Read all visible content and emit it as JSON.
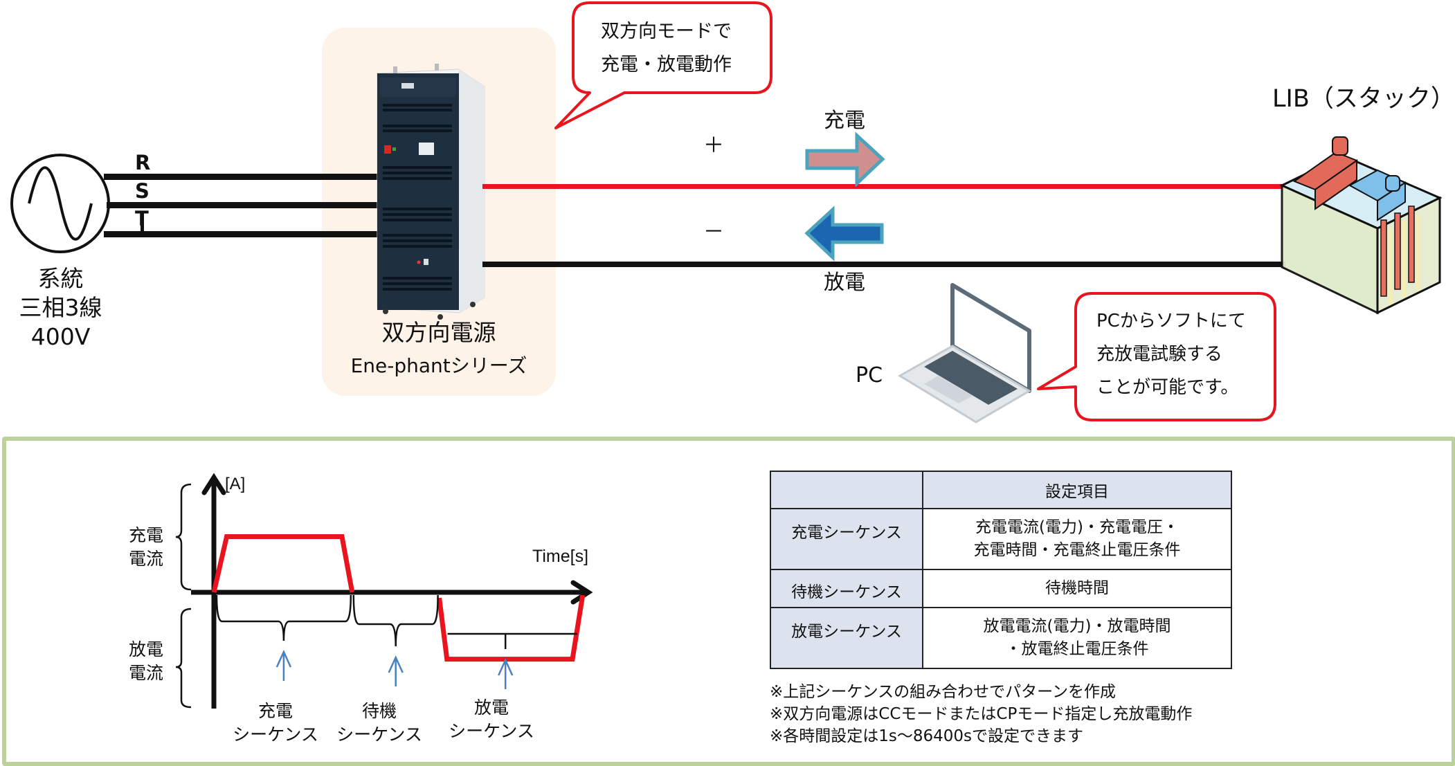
{
  "grid": {
    "label_line1": "系統",
    "label_line2": "三相3線",
    "label_line3": "400V",
    "phases": [
      "R",
      "S",
      "T"
    ],
    "icon": "ac-source-icon"
  },
  "power_supply": {
    "name": "双方向電源",
    "series": "Ene-phantシリーズ",
    "icon": "power-cabinet-icon"
  },
  "bubble_top": {
    "line1": "双方向モードで",
    "line2": "充電・放電動作"
  },
  "dc_link": {
    "plus_label": "＋",
    "minus_label": "－",
    "charge_label": "充電",
    "discharge_label": "放電",
    "positive_line_color": "#e8141e",
    "negative_line_color": "#111111",
    "charge_arrow_fill": "#d09090",
    "discharge_arrow_fill": "#1a66b0",
    "arrow_outline": "#4ba3bd"
  },
  "battery": {
    "label": "LIB（スタック）",
    "icon": "battery-stack-icon"
  },
  "pc": {
    "label": "PC",
    "icon": "laptop-icon"
  },
  "bubble_pc": {
    "line1": "PCからソフトにて",
    "line2": "充放電試験する",
    "line3": "ことが可能です。"
  },
  "chart_data": {
    "type": "line",
    "title": "",
    "ylabel": "[A]",
    "xlabel": "Time[s]",
    "y_region_labels": {
      "charge": [
        "充電",
        "電流"
      ],
      "discharge": [
        "放電",
        "電流"
      ]
    },
    "series": [
      {
        "name": "current",
        "color": "#e8141e",
        "points": [
          [
            0,
            0
          ],
          [
            0.5,
            1
          ],
          [
            5,
            1
          ],
          [
            5.4,
            0
          ]
        ],
        "segment": "charge"
      },
      {
        "name": "current",
        "color": "#e8141e",
        "points": [
          [
            8.8,
            -0.1
          ],
          [
            9.1,
            -1.2
          ],
          [
            14.0,
            -1.2
          ],
          [
            14.4,
            -0.05
          ]
        ],
        "segment": "discharge"
      }
    ],
    "xlim": [
      -1,
      16
    ],
    "ylim": [
      -2,
      2
    ],
    "sequences": [
      {
        "label_line1": "充電",
        "label_line2": "シーケンス",
        "start": 0,
        "end": 5.4
      },
      {
        "label_line1": "待機",
        "label_line2": "シーケンス",
        "start": 5.4,
        "end": 8.8
      },
      {
        "label_line1": "放電",
        "label_line2": "シーケンス",
        "start": 8.8,
        "end": 14.4
      }
    ],
    "pointer_arrow_color": "#4a7fc0"
  },
  "settings_table": {
    "header": [
      "",
      "設定項目"
    ],
    "rows": [
      {
        "label": "充電シーケンス",
        "value_line1": "充電電流(電力)・充電電圧・",
        "value_line2": "充電時間・充電終止電圧条件"
      },
      {
        "label": "待機シーケンス",
        "value_line1": "待機時間",
        "value_line2": ""
      },
      {
        "label": "放電シーケンス",
        "value_line1": "放電電流(電力)・放電時間",
        "value_line2": "・放電終止電圧条件"
      }
    ]
  },
  "notes": [
    "※上記シーケンスの組み合わせでパターンを作成",
    "※双方向電源はCCモードまたはCPモード指定し充放電動作",
    "※各時間設定は1s～86400sで設定できます"
  ]
}
